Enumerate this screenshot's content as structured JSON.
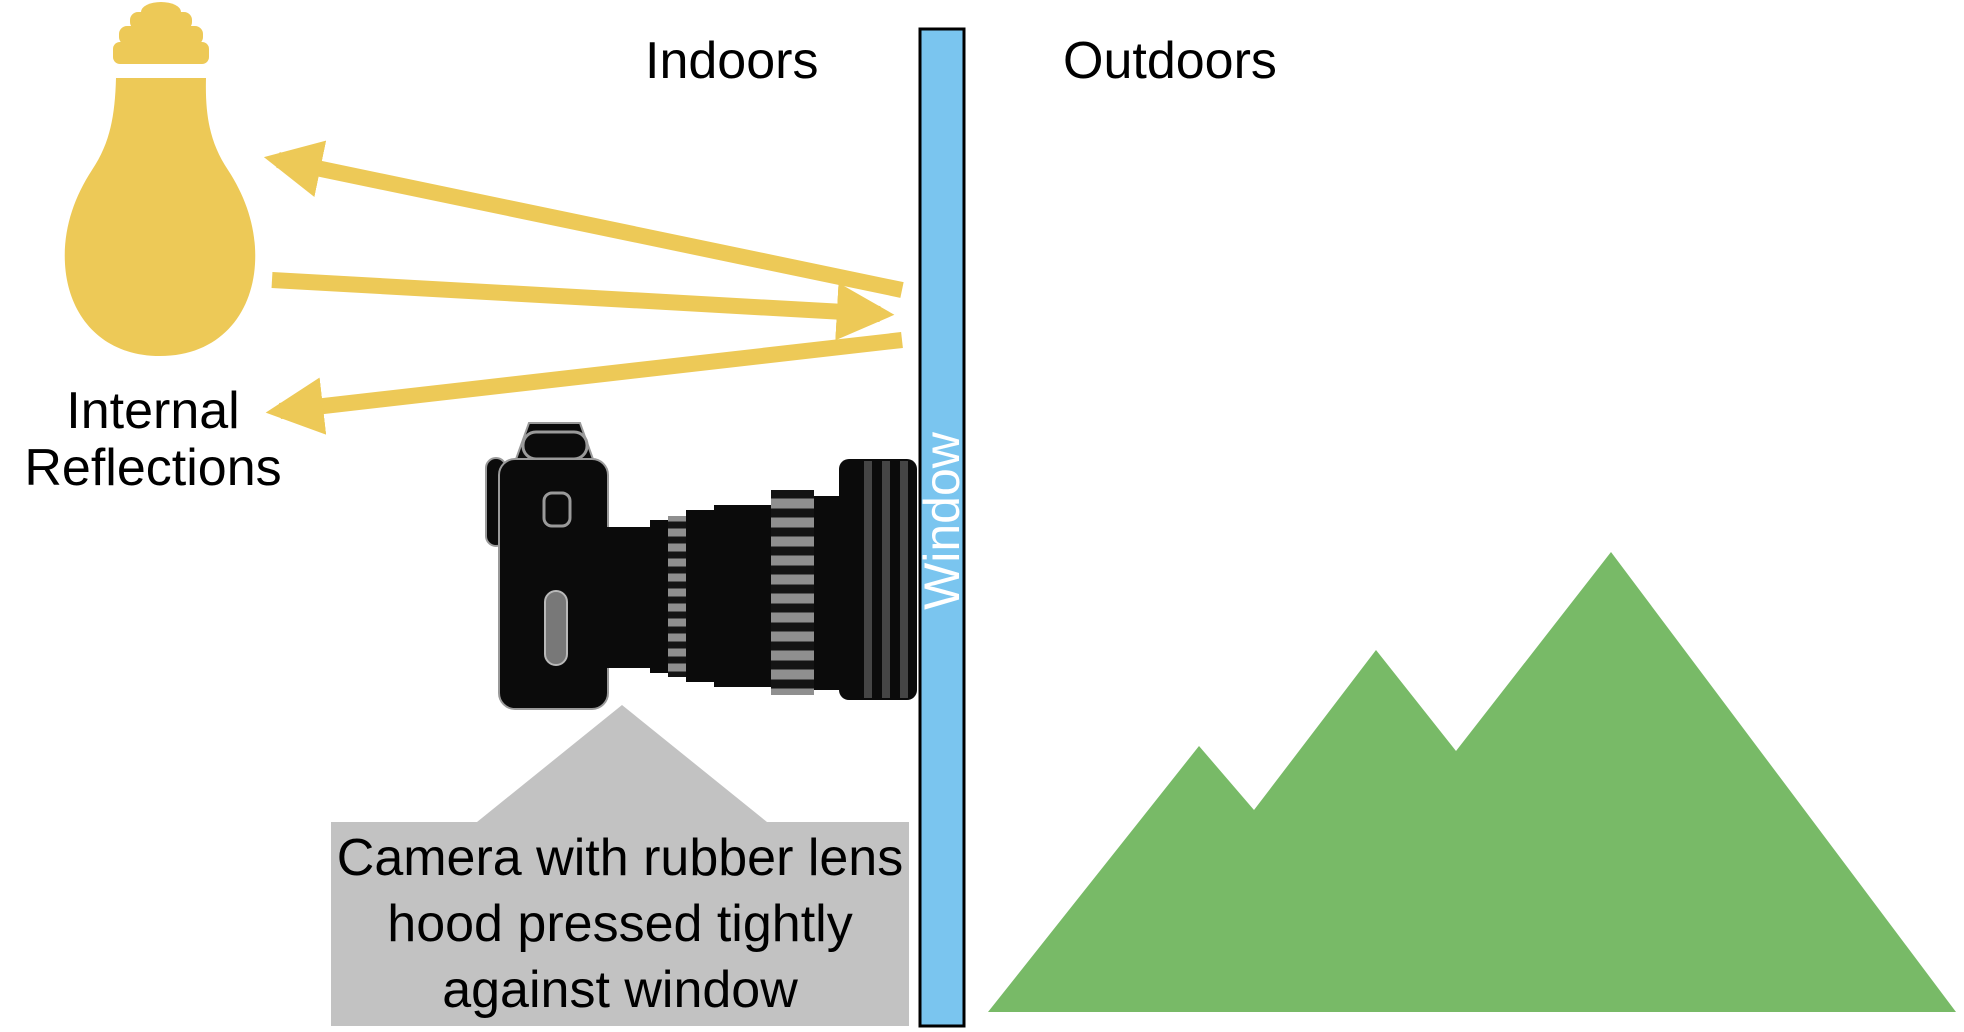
{
  "labels": {
    "indoors": "Indoors",
    "outdoors": "Outdoors",
    "internal_reflections": "Internal\nReflections",
    "window": "Window",
    "callout": "Camera with rubber lens\nhood pressed tightly\nagainst window"
  },
  "colors": {
    "light_yellow": "#EDC957",
    "window_blue": "#7AC5EF",
    "window_border": "#000000",
    "mountain_green": "#78BA67",
    "callout_gray": "#C2C2C2",
    "camera_black": "#0B0B0B",
    "camera_detail_gray": "#9A9A9A",
    "text_black": "#000000",
    "window_label_white": "#FFFFFF"
  },
  "icons": {
    "light_bulb": "light-bulb-icon",
    "reflection_arrows": "reflection-arrow-icon",
    "window_pane": "window-pane",
    "camera": "dslr-camera-icon",
    "mountains": "mountains-icon",
    "callout_bubble": "callout-bubble"
  }
}
